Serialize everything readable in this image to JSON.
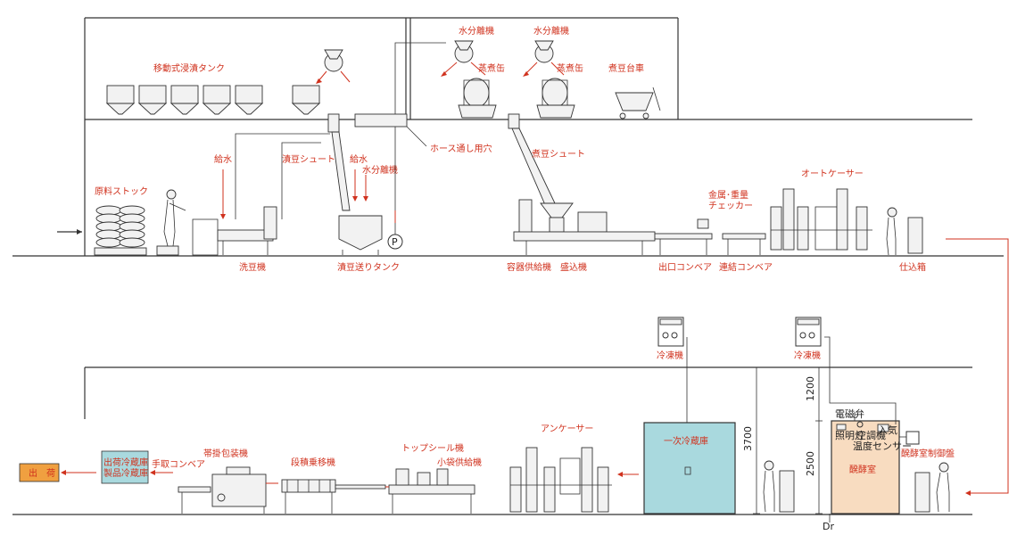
{
  "upper": {
    "mobile_tanks": "移動式浸漬タンク",
    "water_sep_1": "水分離機",
    "water_sep_2": "水分離機",
    "steam_1": "蒸煮缶",
    "steam_2": "蒸煮缶",
    "cart": "煮豆台車",
    "hose_hole": "ホース通し用穴",
    "raw_stock": "原料ストック",
    "supply_water_1": "給水",
    "soak_chute": "漬豆シュート",
    "supply_water_2": "給水",
    "water_sep_3": "水分離機",
    "boiled_chute": "煮豆シュート",
    "metal_checker_1": "金属･重量",
    "metal_checker_2": "チェッカー",
    "auto_caser": "オートケーサー",
    "washer": "洗豆機",
    "transfer_tank": "漬豆送りタンク",
    "container_feeder": "容器供給機",
    "filler": "盛込機",
    "exit_conveyor": "出口コンベア",
    "link_conveyor": "連結コンベア",
    "staging_box": "仕込箱",
    "pump_symbol": "P"
  },
  "lower": {
    "freezer_1": "冷凍機",
    "freezer_2": "冷凍機",
    "dim_1200": "1200",
    "dim_2500": "2500",
    "dim_3700": "3700",
    "solenoid": "電磁弁",
    "light": "照明灯",
    "aircon": "空調機",
    "intake": "入気",
    "temp_sensor": "温度センサー",
    "ferment_room": "醗酵室",
    "ferment_ctrl": "醗酵室制御盤",
    "primary_cold": "一次冷蔵庫",
    "uncaser": "アンケーサー",
    "top_seal": "トップシール機",
    "bag_feeder": "小袋供給機",
    "stack_transfer": "段積乗移機",
    "band_pack": "帯掛包装機",
    "manual_conveyor": "手取コンベア",
    "ship_cold_1": "出荷冷蔵庫",
    "ship_cold_2": "製品冷蔵庫",
    "shipping": "出　荷",
    "drain": "Dr"
  },
  "colors": {
    "label_red": "#d0321e",
    "cold_room": "#a9d9de",
    "ferment_room": "#f8dcc0",
    "ship_box": "#a9d9de",
    "shipping_box": "#f0a040"
  }
}
